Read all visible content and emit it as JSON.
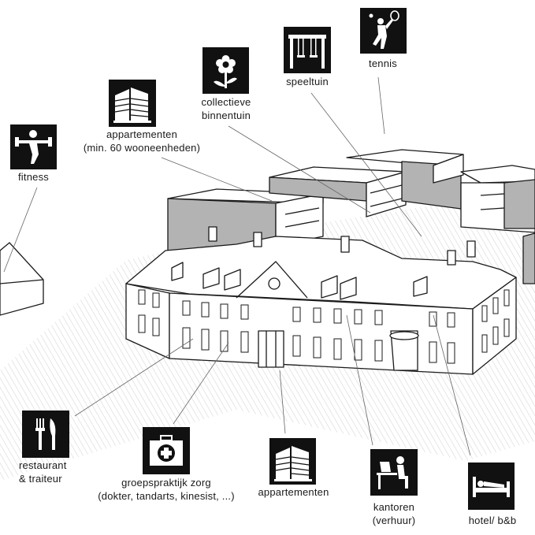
{
  "labels": {
    "fitness": "fitness",
    "appartementen_top_line1": "appartementen",
    "appartementen_top_line2": "(min. 60 wooneenheden)",
    "binnentuin_line1": "collectieve",
    "binnentuin_line2": "binnentuin",
    "speeltuin": "speeltuin",
    "tennis": "tennis",
    "restaurant_line1": "restaurant",
    "restaurant_line2": "& traiteur",
    "groepspraktijk_line1": "groepspraktijk zorg",
    "groepspraktijk_line2": "(dokter, tandarts, kinesist, ...)",
    "appartementen_bottom": "appartementen",
    "kantoren_line1": "kantoren",
    "kantoren_line2": "(verhuur)",
    "hotel": "hotel/ b&b"
  },
  "icons": [
    "fitness-icon",
    "apartments-icon",
    "flower-icon",
    "playground-icon",
    "tennis-icon",
    "restaurant-icon",
    "medical-kit-icon",
    "apartments-icon",
    "office-desk-icon",
    "bed-icon"
  ],
  "colors": {
    "icon_bg": "#111111",
    "ink": "#1a1a1a",
    "building_grey": "#b3b3b3",
    "hatch": "#cfcfcf"
  }
}
